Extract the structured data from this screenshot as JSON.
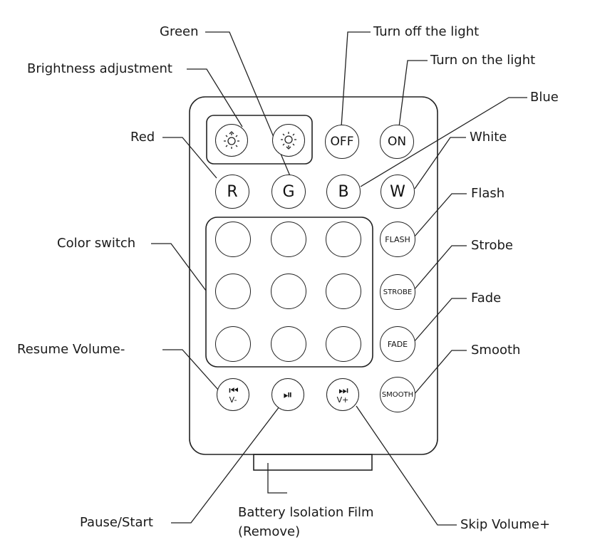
{
  "labels": {
    "green": "Green",
    "turn_off": "Turn off the light",
    "brightness": "Brightness adjustment",
    "turn_on": "Turn on the light",
    "blue": "Blue",
    "red": "Red",
    "white": "White",
    "flash": "Flash",
    "color_switch": "Color switch",
    "strobe": "Strobe",
    "fade": "Fade",
    "resume_volume": "Resume Volume-",
    "smooth": "Smooth",
    "pause_start": "Pause/Start",
    "battery_line1": "Battery lsolation Film",
    "battery_line2": "(Remove)",
    "skip_volume": "Skip Volume+"
  },
  "buttons": {
    "off": "OFF",
    "on": "ON",
    "r": "R",
    "g": "G",
    "b": "B",
    "w": "W",
    "flash": "FLASH",
    "strobe": "STROBE",
    "fade": "FADE",
    "smooth": "SMOOTH",
    "prev_glyph": "⏮",
    "prev_sub": "V-",
    "play_glyph": "⏯",
    "next_glyph": "⏭",
    "next_sub": "V+"
  },
  "colors": {
    "line": "#222222",
    "text": "#1a1a1a",
    "background": "#ffffff"
  }
}
